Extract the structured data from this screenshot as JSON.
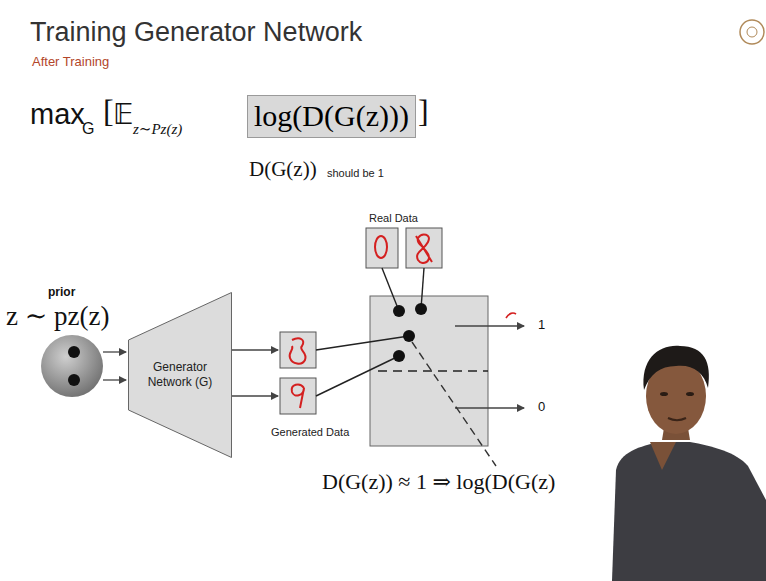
{
  "diagram": {
    "title": "Training Generator Network",
    "nodes": [
      {
        "text": [
          "log(D(G(z)))"
        ]
      },
      {
        "text": [
          "Generator Network (G)"
        ]
      }
    ],
    "labels": [
      "After Training",
      "max",
      "G",
      "[",
      "𝔼",
      "z∼Pz(z)",
      "]",
      "D(G(z))",
      "should be 1",
      "Real Data",
      "prior",
      "z ∼ pz(z)",
      "Generated Data",
      "1",
      "0",
      "D(G(z)) ≈ 1 ⇒ log(D(G(z)"
    ]
  }
}
